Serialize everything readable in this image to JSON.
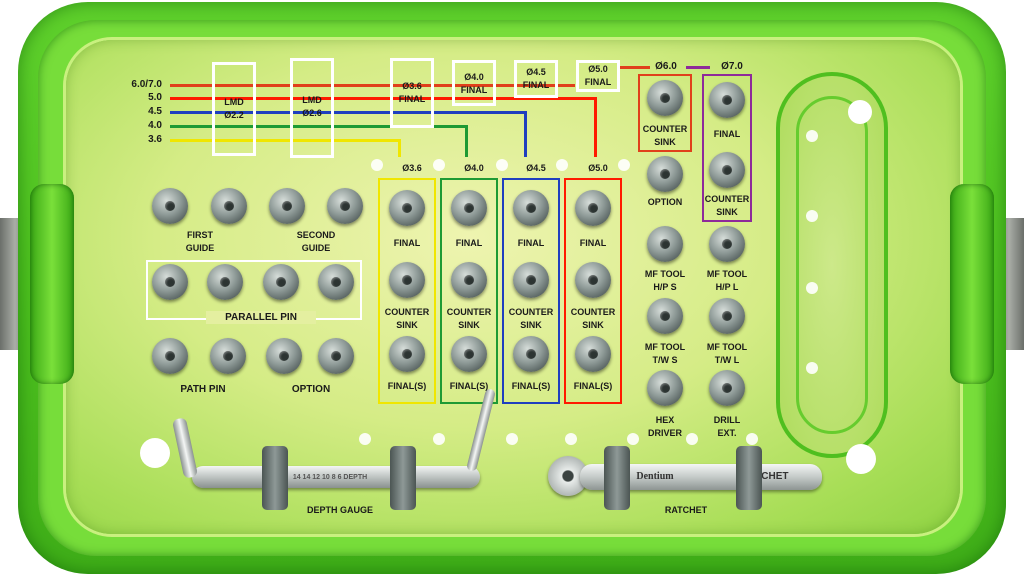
{
  "legend": {
    "sizes": [
      "6.0/7.0",
      "5.0",
      "4.5",
      "4.0",
      "3.6"
    ],
    "colors": [
      "#e0401b",
      "#ff1a00",
      "#1f3fbf",
      "#1e9a34",
      "#f0e600"
    ]
  },
  "top_boxes": {
    "lmd22": "LMD\nØ2.2",
    "lmd26": "LMD\nØ2.6",
    "f36": "Ø3.6\nFINAL",
    "f40": "Ø4.0\nFINAL",
    "f45": "Ø4.5\nFINAL",
    "f50": "Ø5.0\nFINAL",
    "d60": "Ø6.0",
    "d70": "Ø7.0"
  },
  "column_headers": [
    "Ø3.6",
    "Ø4.0",
    "Ø4.5",
    "Ø5.0"
  ],
  "columns": {
    "final": "FINAL",
    "counter_sink": "COUNTER\nSINK",
    "final_s": "FINAL(S)"
  },
  "left": {
    "first_guide": "FIRST\nGUIDE",
    "second_guide": "SECOND\nGUIDE",
    "parallel_pin": "PARALLEL PIN",
    "path_pin": "PATH PIN",
    "option": "OPTION"
  },
  "right": {
    "counter_sink": "COUNTER\nSINK",
    "final": "FINAL",
    "counter_sink2": "COUNTER\nSINK",
    "option": "OPTION",
    "mf_hps": "MF TOOL\nH/P S",
    "mf_hpl": "MF TOOL\nH/P L",
    "mf_tws": "MF TOOL\nT/W S",
    "mf_twl": "MF TOOL\nT/W L",
    "hex_driver": "HEX\nDRIVER",
    "drill_ext": "DRILL\nEXT."
  },
  "bottom": {
    "depth_gauge": "DEPTH GAUGE",
    "ratchet": "RATCHET",
    "ratchet_brand": "Dentium",
    "ratchet_engraved": "RATCHET",
    "gauge_engraving": "14 14 12 10 8 6 DEPTH"
  }
}
